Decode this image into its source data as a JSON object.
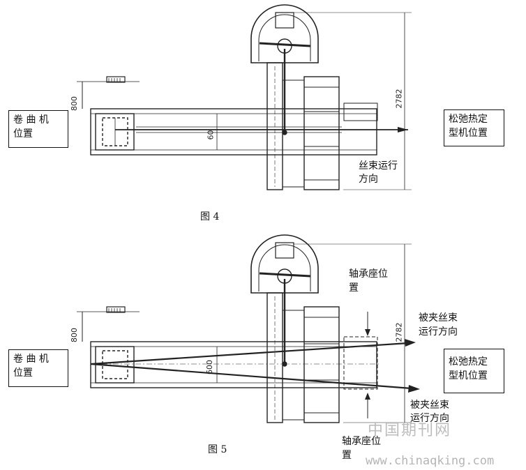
{
  "figure4": {
    "caption": "图 4",
    "winder_label_1": "卷 曲 机",
    "winder_label_2": "位置",
    "setter_label_1": "松弛热定",
    "setter_label_2": "型机位置",
    "direction_label_1": "丝束运行",
    "direction_label_2": "方向",
    "dim_800": "800",
    "dim_60": "60",
    "dim_2782": "2782"
  },
  "figure5": {
    "caption": "图 5",
    "winder_label_1": "卷 曲 机",
    "winder_label_2": "位置",
    "setter_label_1": "松弛热定",
    "setter_label_2": "型机位置",
    "bearing_top_1": "轴承座位",
    "bearing_top_2": "置",
    "bearing_bottom_1": "轴承座位",
    "bearing_bottom_2": "置",
    "clamped_top_1": "被夹丝束",
    "clamped_top_2": "运行方向",
    "clamped_bottom_1": "被夹丝束",
    "clamped_bottom_2": "运行方向",
    "dim_800": "800",
    "dim_600": "600",
    "dim_2782": "2782"
  },
  "watermark": {
    "cn": "中国期刊网",
    "url": "www.chinaqking.com"
  }
}
